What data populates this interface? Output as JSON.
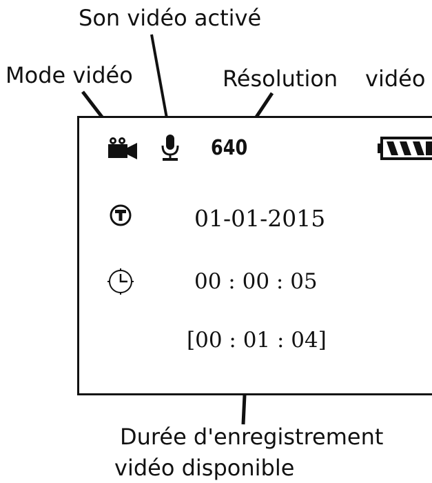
{
  "labels": {
    "audio": "Son vidéo activé",
    "mode": "Mode vidéo",
    "resolution": "Résolution",
    "resolution_suffix": "vidéo",
    "remaining_line1": "Durée d'enregistrement",
    "remaining_line2": "vidéo disponible"
  },
  "screen": {
    "resolution": "640",
    "date": "01-01-2015",
    "time": "00 : 00 : 05",
    "remaining": "[00 : 01 : 04]"
  },
  "icons": {
    "mode": "video-camera-icon",
    "audio": "microphone-icon",
    "battery": "battery-full-icon",
    "date": "calendar-t-icon",
    "time": "clock-icon"
  },
  "colors": {
    "ink": "#111111",
    "background": "#ffffff"
  }
}
